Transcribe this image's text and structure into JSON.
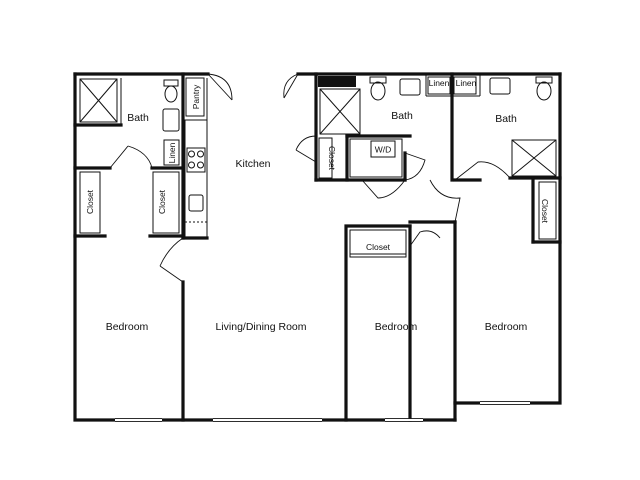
{
  "rooms": {
    "bath_left": "Bath",
    "kitchen": "Kitchen",
    "bath_center": "Bath",
    "bath_right": "Bath",
    "bedroom_left": "Bedroom",
    "living_dining": "Living/Dining Room",
    "bedroom_center": "Bedroom",
    "bedroom_right": "Bedroom"
  },
  "fixtures": {
    "pantry": "Pantry",
    "linen_left": "Linen",
    "closet_left_a": "Closet",
    "closet_left_b": "Closet",
    "closet_center_hall": "Closet",
    "washer_dryer": "W/D",
    "linen_center": "Linen",
    "linen_right": "Linen",
    "closet_bedroom_center": "Closet",
    "closet_bedroom_right": "Closet"
  }
}
